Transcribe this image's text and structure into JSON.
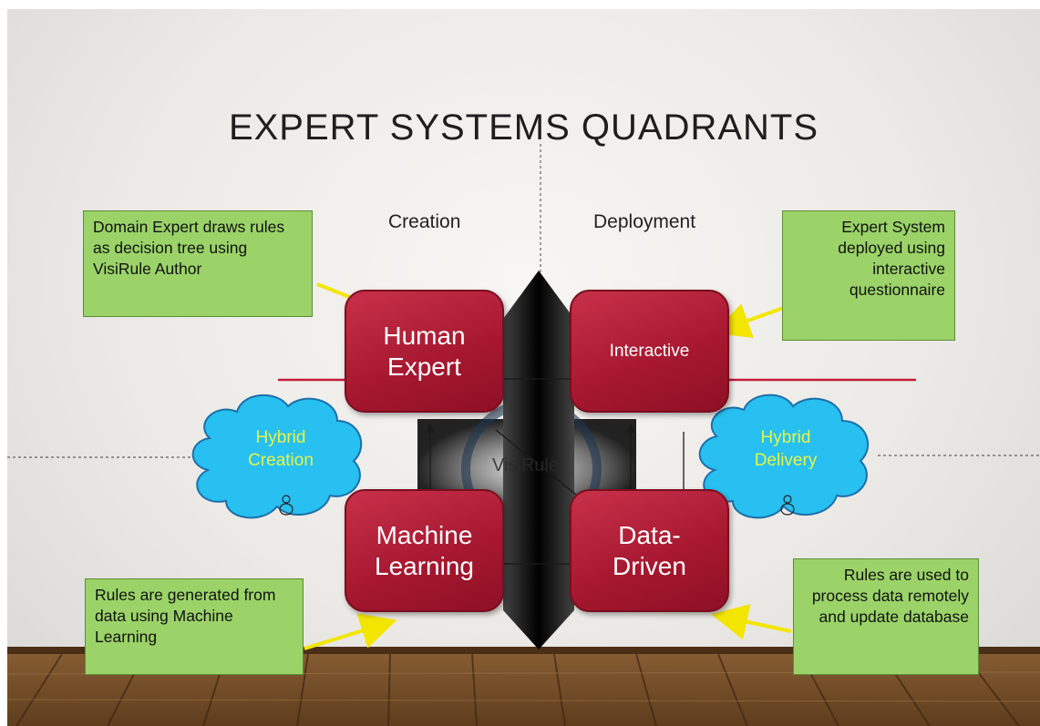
{
  "title": "EXPERT SYSTEMS QUADRANTS",
  "columns": {
    "left": "Creation",
    "right": "Deployment"
  },
  "quadrants": {
    "top_left": "Human\nExpert",
    "top_right": "Interactive",
    "bottom_left": "Machine\nLearning",
    "bottom_right": "Data-\nDriven"
  },
  "clouds": {
    "left": "Hybrid\nCreation",
    "right": "Hybrid\nDelivery"
  },
  "center_label": "VisiRule",
  "notes": {
    "top_left": "Domain Expert draws rules as decision tree using VisiRule Author",
    "top_right": "Expert System deployed using interactive questionnaire",
    "bottom_left": "Rules are generated from data using Machine Learning",
    "bottom_right": "Rules are used to process data remotely and update database"
  },
  "colors": {
    "quadrant": "#a5172f",
    "note_box": "#9bd369",
    "cloud": "#27c0f0",
    "cloud_text": "#e8f542",
    "pointer_arrow": "#f2e600",
    "axis_line": "#c21d3a"
  }
}
